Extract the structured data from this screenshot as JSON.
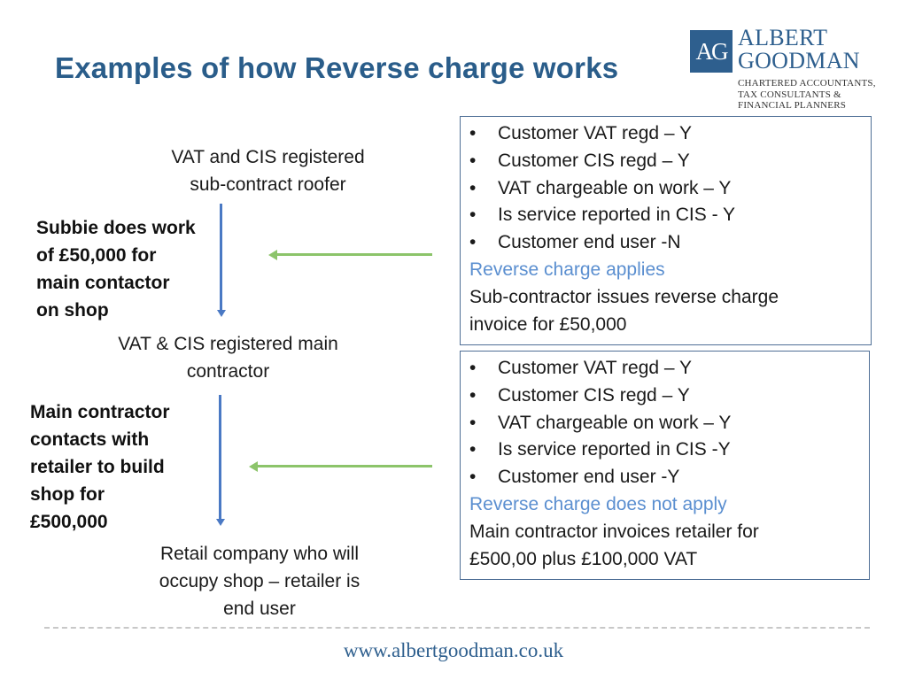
{
  "slide": {
    "title": "Examples of how Reverse charge works",
    "logo": {
      "mark": "AG",
      "name_line1": "ALBERT",
      "name_line2": "GOODMAN",
      "sub_line1": "CHARTERED ACCOUNTANTS,",
      "sub_line2": "TAX CONSULTANTS &",
      "sub_line3": "FINANCIAL PLANNERS"
    },
    "roofer": {
      "line1": "VAT and CIS registered",
      "line2": "sub-contract roofer"
    },
    "subbie": {
      "line1": "Subbie does work",
      "line2": "of £50,000 for",
      "line3": "main contactor",
      "line4": "on shop"
    },
    "main_contractor": {
      "line1": "VAT & CIS registered main",
      "line2": "contractor"
    },
    "main_action": {
      "line1": "Main contractor",
      "line2": "contacts with",
      "line3": "retailer to build",
      "line4": "shop for",
      "line5": "£500,000"
    },
    "retailer": {
      "line1": "Retail company who will",
      "line2": "occupy shop – retailer is",
      "line3": "end user"
    },
    "box1": {
      "bullets": [
        "Customer VAT regd – Y",
        "Customer CIS regd – Y",
        "VAT chargeable on work – Y",
        "Is service reported in CIS - Y",
        "Customer end user -N"
      ],
      "highlight": "Reverse charge applies",
      "note_line1": "Sub-contractor issues reverse charge",
      "note_line2": "invoice for £50,000"
    },
    "box2": {
      "bullets": [
        "Customer VAT regd – Y",
        "Customer CIS regd – Y",
        "VAT chargeable on work – Y",
        "Is service reported in CIS -Y",
        "Customer end user -Y"
      ],
      "highlight": "Reverse charge  does not apply",
      "note_line1": "Main contractor invoices retailer for",
      "note_line2": "£500,00 plus £100,000 VAT"
    },
    "footer": "www.albertgoodman.co.uk"
  }
}
